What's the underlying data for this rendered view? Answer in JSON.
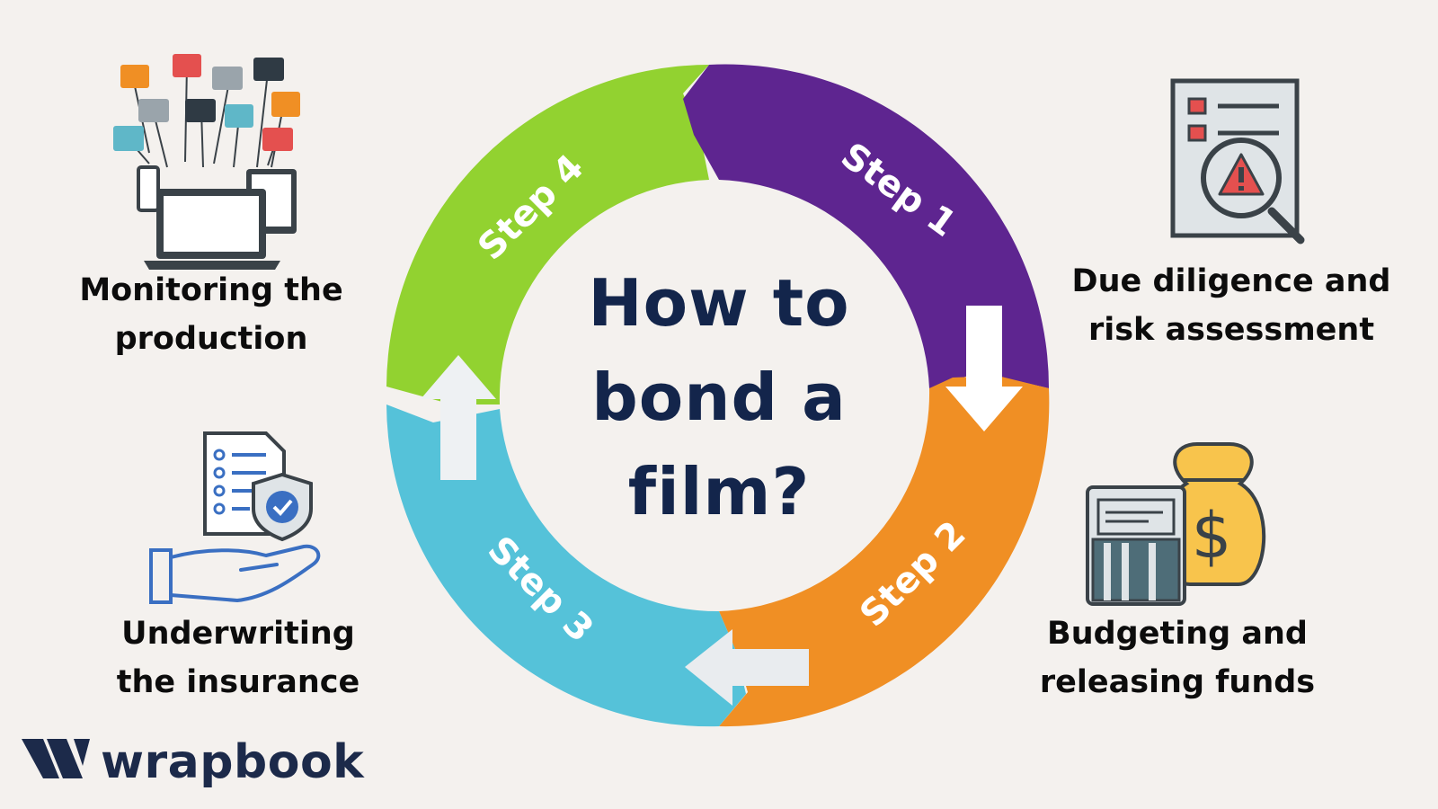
{
  "title_lines": [
    "How to",
    "bond a",
    "film?"
  ],
  "steps": [
    {
      "label": "Step 1",
      "color": "#5e2590",
      "caption": [
        "Due diligence and",
        "risk assessment"
      ],
      "icon": "risk-document-icon"
    },
    {
      "label": "Step 2",
      "color": "#f08f24",
      "caption": [
        "Budgeting and",
        "releasing funds"
      ],
      "icon": "money-bag-and-atm-icon"
    },
    {
      "label": "Step 3",
      "color": "#55c2d9",
      "caption": [
        "Underwriting",
        "the insurance"
      ],
      "icon": "insurance-hand-icon"
    },
    {
      "label": "Step 4",
      "color": "#92d230",
      "caption": [
        "Monitoring the",
        "production"
      ],
      "icon": "devices-monitoring-icon"
    }
  ],
  "brand": {
    "name": "wrapbook",
    "color": "#1c2a4a"
  }
}
